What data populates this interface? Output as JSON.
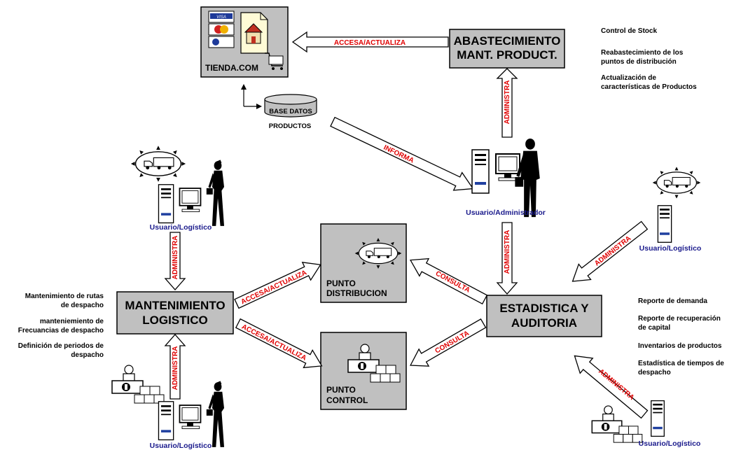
{
  "colors": {
    "box_fill": "#c0c0c0",
    "label_red": "#e00000",
    "user_blue": "#1a1a8c"
  },
  "boxes": {
    "abastecimiento": [
      "ABASTECIMIENTO",
      "MANT. PRODUCT."
    ],
    "mantenimiento": [
      "MANTENIMIENTO",
      "LOGISTICO"
    ],
    "estadistica": [
      "ESTADISTICA Y",
      "AUDITORIA"
    ],
    "punto_distribucion": [
      "PUNTO",
      "DISTRIBUCION"
    ],
    "punto_control": [
      "PUNTO",
      "CONTROL"
    ]
  },
  "shop": {
    "label": "TIENDA.COM"
  },
  "database": {
    "label": "BASE DATOS",
    "sublabel": "PRODUCTOS"
  },
  "arrow_labels": {
    "accesa_actualiza": "ACCESA/ACTUALIZA",
    "informa": "INFORMA",
    "administra": "ADMINISTRA",
    "consulta": "CONSULTA"
  },
  "users": {
    "administrador": "Usuario/Administrador",
    "logistico": "Usuario/Logístico"
  },
  "notes": {
    "abastecimiento": [
      "Control de Stock",
      "Reabastecimiento de los",
      "puntos de distribución",
      "Actualización de",
      "características de Productos"
    ],
    "mantenimiento": [
      "Mantenimiento de rutas",
      "de despacho",
      "manteniemiento de",
      "Frecuancias de  despacho",
      "Definición de periodos de",
      "despacho"
    ],
    "estadistica": [
      "Reporte de demanda",
      "Reporte de recuperación",
      "de capital",
      "Inventarios de productos",
      "Estadística de tiempos de",
      "despacho"
    ]
  }
}
